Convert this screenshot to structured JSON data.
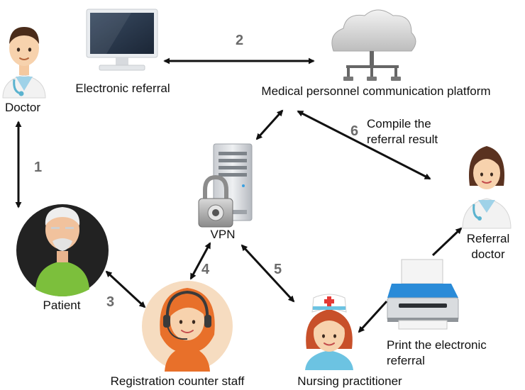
{
  "labels": {
    "doctor": "Doctor",
    "electronic_referral": "Electronic referral",
    "platform": "Medical personnel communication platform",
    "compile_line1": "Compile the",
    "compile_line2": "referral result",
    "vpn": "VPN",
    "referral_doctor_line1": "Referral",
    "referral_doctor_line2": "doctor",
    "patient": "Patient",
    "print_line1": "Print the electronic",
    "print_line2": "referral",
    "registration_staff": "Registration counter staff",
    "nurse": "Nursing practitioner"
  },
  "steps": {
    "s1": "1",
    "s2": "2",
    "s3": "3",
    "s4": "4",
    "s5": "5",
    "s6": "6"
  },
  "icons": {
    "doctor": "doctor-icon",
    "monitor": "monitor-icon",
    "cloud": "cloud-network-icon",
    "server": "server-lock-icon",
    "referral_doctor": "female-doctor-icon",
    "patient": "elderly-patient-icon",
    "staff": "receptionist-headset-icon",
    "nurse": "nurse-icon",
    "printer": "printer-icon"
  },
  "colors": {
    "arrow": "#111111",
    "step_number": "#6b6b6b",
    "printer_accent": "#2a8bd8",
    "nurse_cross": "#e53935",
    "staff_hair": "#e8702a"
  }
}
